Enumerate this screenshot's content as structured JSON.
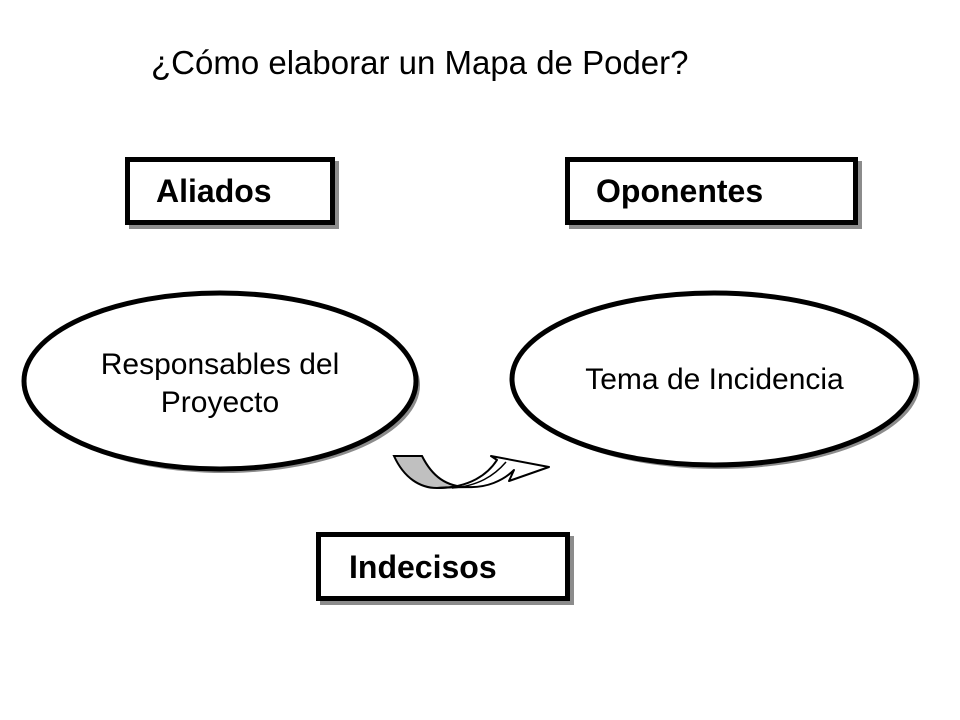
{
  "title": "¿Cómo elaborar un Mapa de Poder?",
  "boxes": {
    "aliados": "Aliados",
    "oponentes": "Oponentes",
    "indecisos": "Indecisos"
  },
  "ovals": {
    "left_line1": "Responsables del",
    "left_line2": "Proyecto",
    "right": "Tema de Incidencia"
  },
  "colors": {
    "stroke": "#000000",
    "shadow": "#8c8c8c",
    "arrow_fill_dark": "#c0c0c0",
    "arrow_fill_light": "#ffffff"
  }
}
